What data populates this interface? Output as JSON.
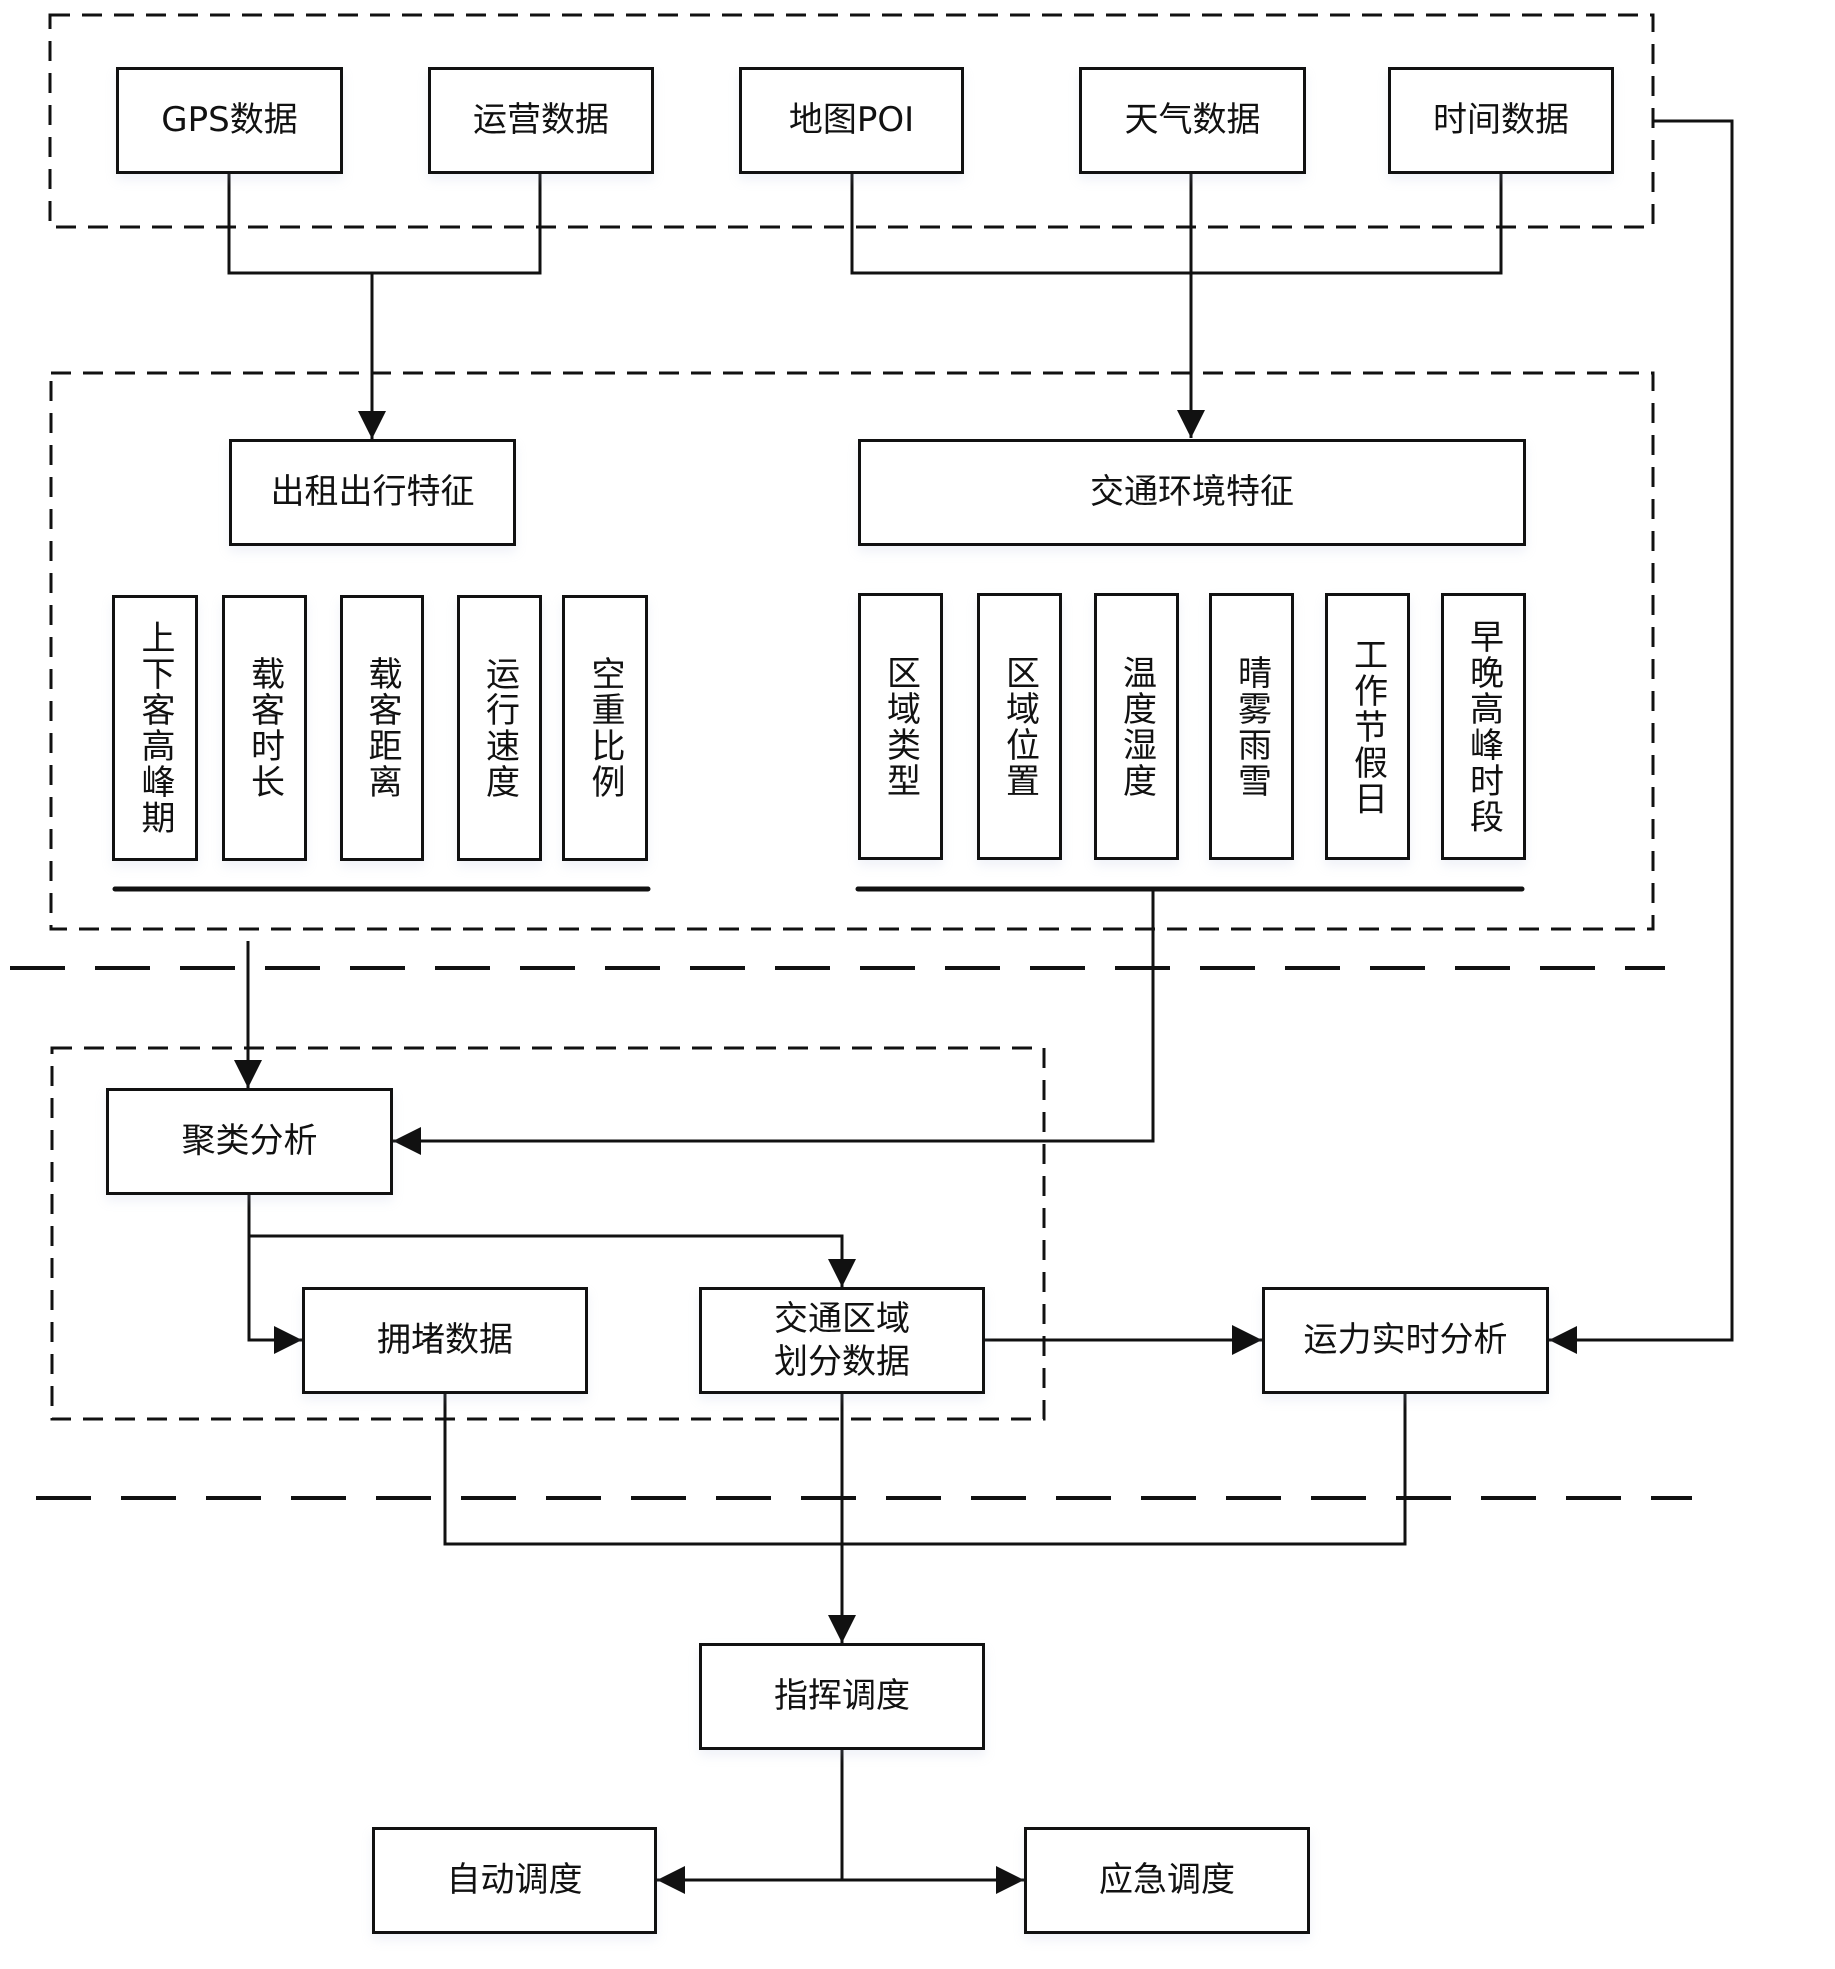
{
  "diagram": {
    "type": "flowchart",
    "colors": {
      "line": "#111111",
      "background": "#ffffff"
    },
    "data_sources": [
      {
        "id": "gps",
        "label": "GPS数据"
      },
      {
        "id": "operation",
        "label": "运营数据"
      },
      {
        "id": "map_poi",
        "label": "地图POI"
      },
      {
        "id": "weather",
        "label": "天气数据"
      },
      {
        "id": "time",
        "label": "时间数据"
      }
    ],
    "feature_groups": {
      "taxi_travel": {
        "title": "出租出行特征",
        "items": [
          "上下客高峰期",
          "载客时长",
          "载客距离",
          "运行速度",
          "空重比例"
        ]
      },
      "traffic_environment": {
        "title": "交通环境特征",
        "items": [
          "区域类型",
          "区域位置",
          "温度湿度",
          "晴雾雨雪",
          "工作节假日",
          "早晚高峰时段"
        ]
      }
    },
    "analysis": {
      "clustering": "聚类分析",
      "congestion_data": "拥堵数据",
      "zone_partition_data": "交通区域\n划分数据",
      "capacity_realtime": "运力实时分析"
    },
    "dispatch": {
      "command": "指挥调度",
      "automatic": "自动调度",
      "emergency": "应急调度"
    },
    "edges": [
      {
        "from": [
          "GPS数据",
          "运营数据"
        ],
        "to": "出租出行特征"
      },
      {
        "from": [
          "地图POI",
          "天气数据",
          "时间数据"
        ],
        "to": "交通环境特征"
      },
      {
        "from": "出租出行特征",
        "to": "聚类分析"
      },
      {
        "from": "交通环境特征",
        "to": "聚类分析"
      },
      {
        "from": "聚类分析",
        "to": "拥堵数据"
      },
      {
        "from": "聚类分析",
        "to": "交通区域划分数据"
      },
      {
        "from": "交通区域划分数据",
        "to": "运力实时分析"
      },
      {
        "from": "数据源",
        "to": "运力实时分析"
      },
      {
        "from": [
          "拥堵数据",
          "交通区域划分数据",
          "运力实时分析"
        ],
        "to": "指挥调度"
      },
      {
        "from": "指挥调度",
        "to": "自动调度"
      },
      {
        "from": "指挥调度",
        "to": "应急调度"
      }
    ]
  }
}
